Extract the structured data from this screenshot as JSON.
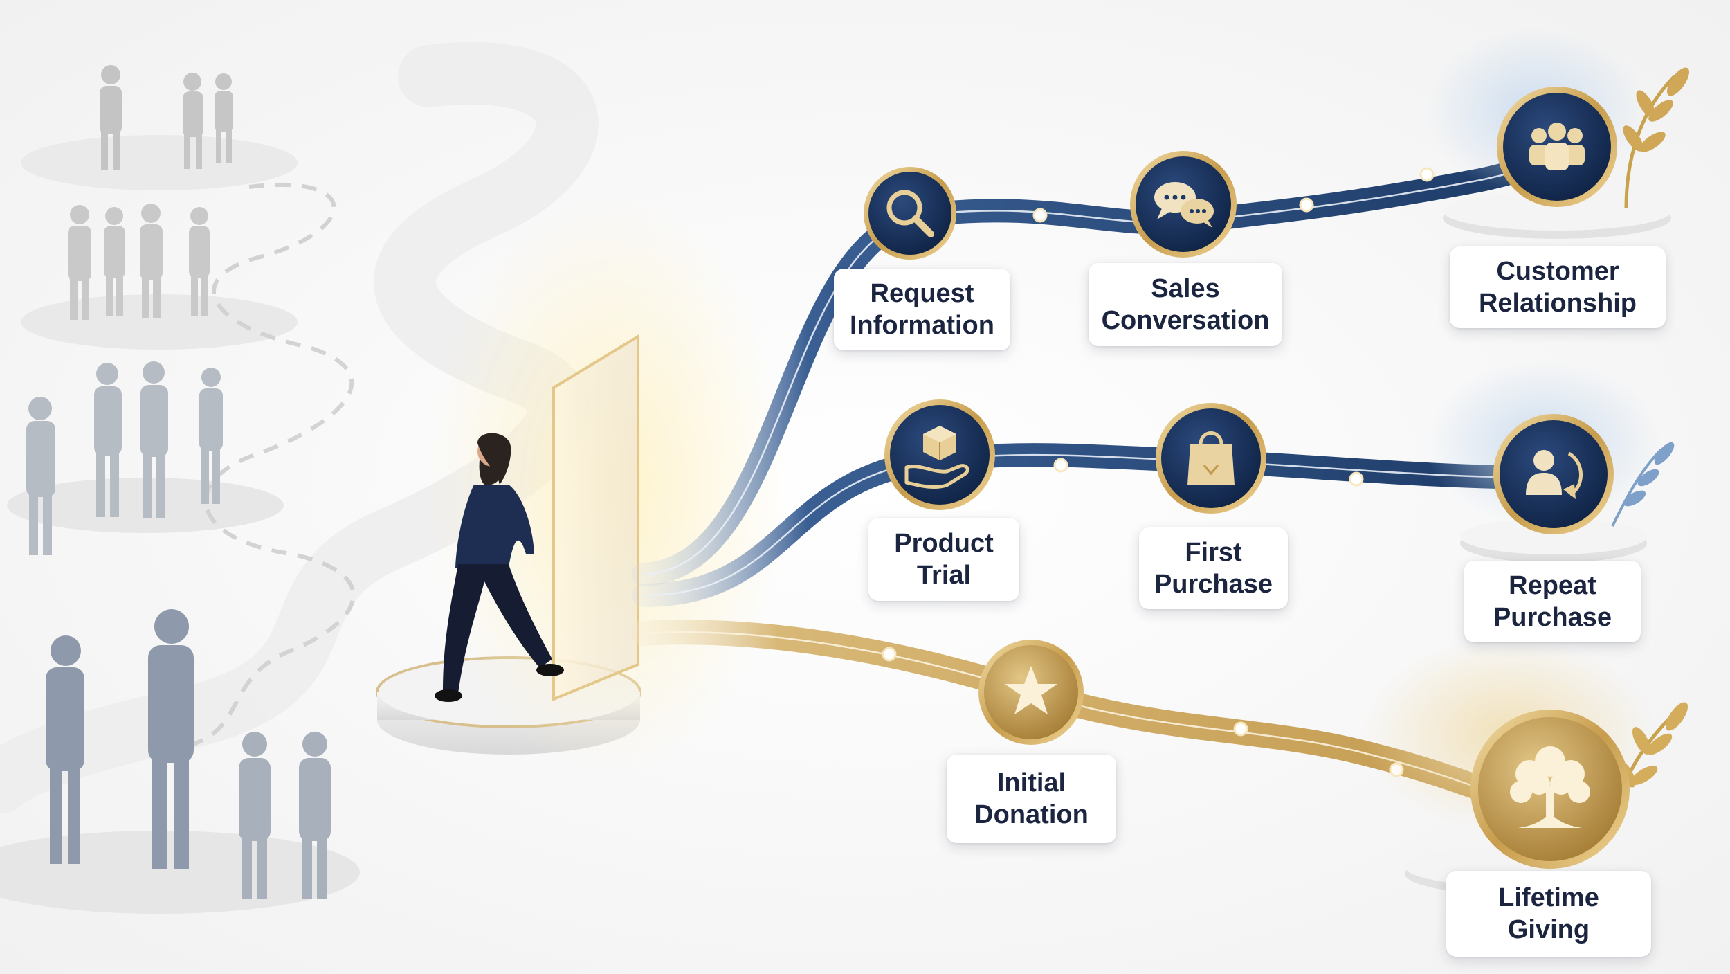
{
  "colors": {
    "navy": "#1d3a66",
    "navy_dark": "#0f2345",
    "gold": "#c9a45c",
    "gold_light": "#e6cf9a",
    "text": "#1b2540",
    "background": "#f7f7f7"
  },
  "paths": [
    {
      "id": "sales",
      "color": "navy",
      "stages": [
        {
          "icon": "magnifier-icon",
          "line1": "Request",
          "line2": "Information"
        },
        {
          "icon": "chat-bubbles-icon",
          "line1": "Sales",
          "line2": "Conversation"
        },
        {
          "icon": "people-group-icon",
          "line1": "Customer",
          "line2": "Relationship"
        }
      ]
    },
    {
      "id": "purchase",
      "color": "navy",
      "stages": [
        {
          "icon": "box-in-hand-icon",
          "line1": "Product",
          "line2": "Trial"
        },
        {
          "icon": "shopping-bag-icon",
          "line1": "First",
          "line2": "Purchase"
        },
        {
          "icon": "person-return-icon",
          "line1": "Repeat",
          "line2": "Purchase"
        }
      ]
    },
    {
      "id": "giving",
      "color": "gold",
      "stages": [
        {
          "icon": "star-icon",
          "line1": "Initial",
          "line2": "Donation"
        },
        {
          "icon": "tree-icon",
          "line1": "Lifetime",
          "line2": "Giving"
        }
      ]
    }
  ]
}
